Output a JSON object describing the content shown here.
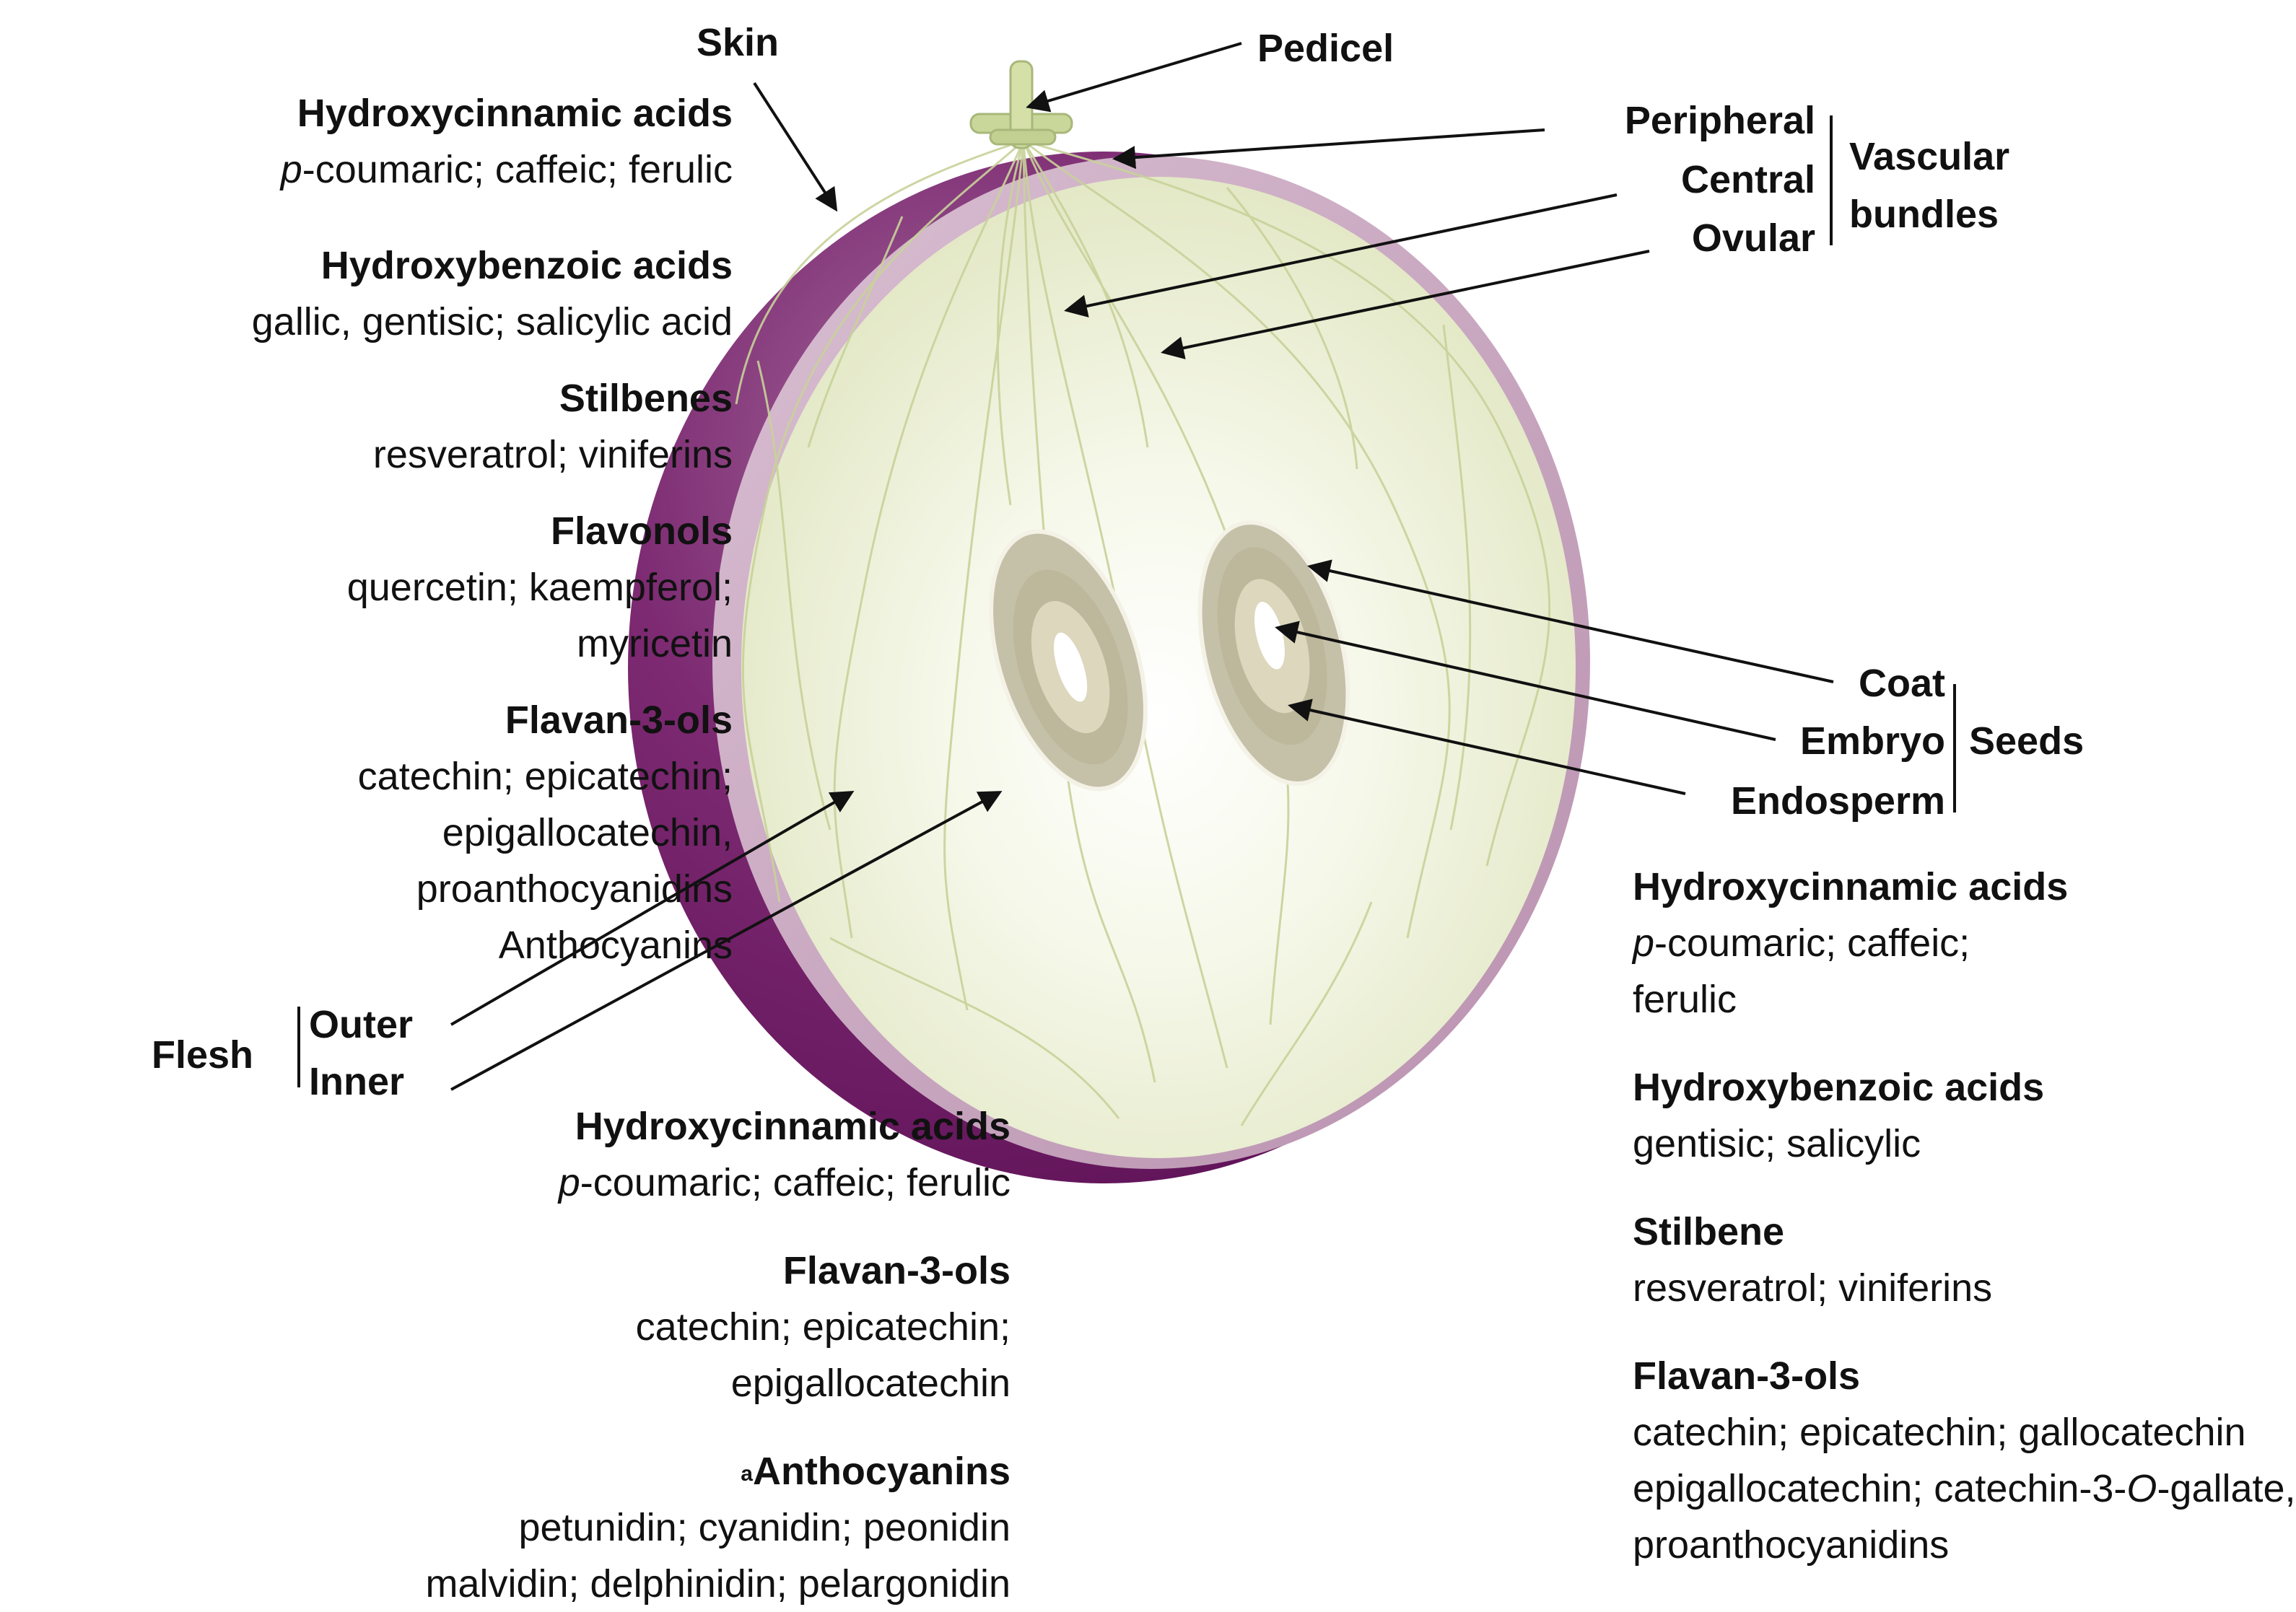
{
  "colors": {
    "skin_outer": "#6b1a63",
    "skin_highlight": "#9d5e95",
    "inner_rim": "#c9a6bf",
    "flesh": "#eef1dc",
    "flesh_center": "#ffffff",
    "vessel": "#cfd8a4",
    "seed_coat": "#bdb9a2",
    "seed_endosperm": "#d7d2b8",
    "pedicel": "#c9d79a",
    "arrow": "#111111"
  },
  "structure_labels": {
    "skin": "Skin",
    "pedicel": "Pedicel",
    "peripheral": "Peripheral",
    "central": "Central",
    "ovular": "Ovular",
    "vascular_bundles": [
      "Vascular",
      "bundles"
    ],
    "coat": "Coat",
    "embryo": "Embryo",
    "endosperm": "Endosperm",
    "seeds": "Seeds",
    "flesh": "Flesh",
    "outer": "Outer",
    "inner": "Inner"
  },
  "skin_compounds": [
    {
      "title": "Hydroxycinnamic acids",
      "lines": [
        "<i>p</i>-coumaric; caffeic; ferulic"
      ]
    },
    {
      "title": "Hydroxybenzoic acids",
      "lines": [
        "gallic, gentisic; salicylic acid"
      ]
    },
    {
      "title": "Stilbenes",
      "lines": [
        "resveratrol; viniferins"
      ]
    },
    {
      "title": "Flavonols",
      "lines": [
        "quercetin; kaempferol;",
        "myricetin"
      ]
    },
    {
      "title": "Flavan-3-ols",
      "lines": [
        "catechin; epicatechin;",
        "epigallocatechin,",
        "proanthocyanidins",
        "Anthocyanins"
      ]
    }
  ],
  "flesh_compounds": [
    {
      "title": "Hydroxycinnamic acids",
      "lines": [
        "<i>p</i>-coumaric; caffeic; ferulic"
      ]
    },
    {
      "title": "Flavan-3-ols",
      "lines": [
        "catechin; epicatechin;",
        "epigallocatechin"
      ]
    },
    {
      "title": "Anthocyanins",
      "superscript": "a",
      "lines": [
        "petunidin; cyanidin; peonidin",
        "malvidin; delphinidin; pelargonidin"
      ]
    }
  ],
  "seed_compounds": [
    {
      "title": "Hydroxycinnamic acids",
      "lines": [
        "<i>p</i>-coumaric; caffeic;",
        "ferulic"
      ]
    },
    {
      "title": "Hydroxybenzoic acids",
      "lines": [
        "gentisic; salicylic"
      ]
    },
    {
      "title": "Stilbene",
      "lines": [
        "resveratrol; viniferins"
      ]
    },
    {
      "title": "Flavan-3-ols",
      "lines": [
        "catechin; epicatechin; gallocatechin",
        "epigallocatechin; catechin-3-<i>O</i>-gallate,",
        "proanthocyanidins"
      ]
    }
  ]
}
